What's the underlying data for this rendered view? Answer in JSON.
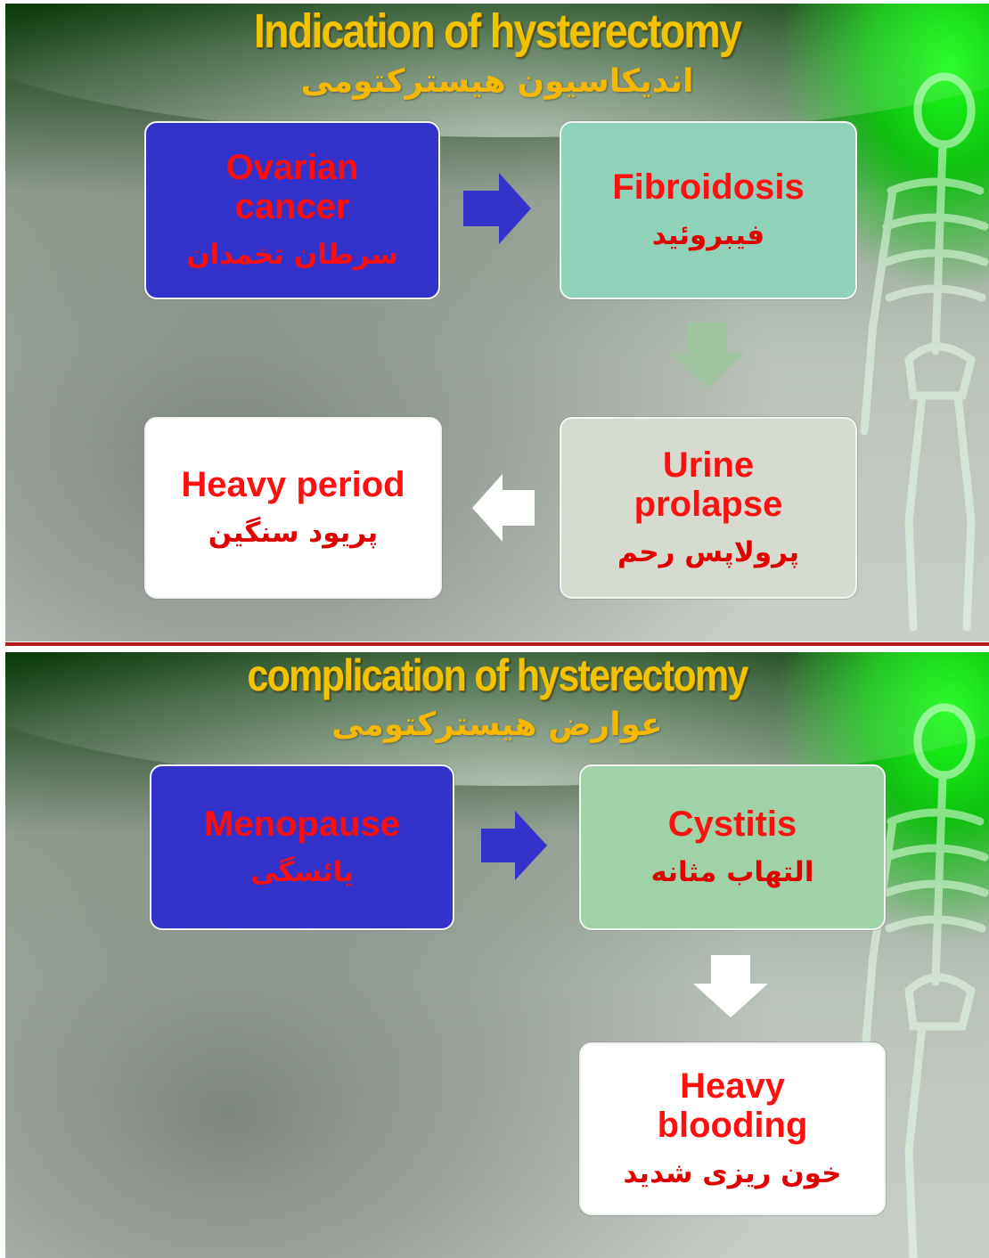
{
  "slide1": {
    "title": "Indication of hysterectomy",
    "subtitle": "اندیکاسیون هیسترکتومی",
    "boxes": [
      {
        "en": "Ovarian cancer",
        "fa": "سرطان تخمدان",
        "color": "#3333cc"
      },
      {
        "en": "Fibroidosis",
        "fa": "فیبروئید",
        "color": "#8fd1b9"
      },
      {
        "en": "Urine prolapse",
        "fa": "پرولاپس رحم",
        "color": "#d6dbcf"
      },
      {
        "en": "Heavy period",
        "fa": "پریود سنگین",
        "color": "#ffffff"
      }
    ],
    "arrows": [
      {
        "direction": "right",
        "color": "#3333cc"
      },
      {
        "direction": "down",
        "color": "#9fc49f"
      },
      {
        "direction": "left",
        "color": "#ffffff"
      }
    ]
  },
  "slide2": {
    "title": "complication of hysterectomy",
    "subtitle": "عوارض هیسترکتومی",
    "boxes": [
      {
        "en": "Menopause",
        "fa": "یائسگی",
        "color": "#3333cc"
      },
      {
        "en": "Cystitis",
        "fa": "التهاب مثانه",
        "color": "#9fd2a6"
      },
      {
        "en": "Heavy blooding",
        "fa": "خون ریزی شدید",
        "color": "#ffffff"
      }
    ],
    "arrows": [
      {
        "direction": "right",
        "color": "#3333cc"
      },
      {
        "direction": "down",
        "color": "#ffffff"
      }
    ]
  }
}
